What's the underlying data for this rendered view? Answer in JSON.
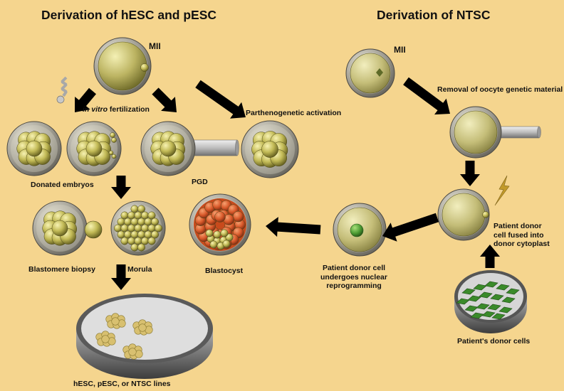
{
  "titles": {
    "left": "Derivation of hESC and pESC",
    "right": "Derivation of NTSC"
  },
  "labels": {
    "mii_left": "MII",
    "mii_right": "MII",
    "ivf_italic": "in vitro",
    "ivf_rest": " fertilization",
    "parthenogenetic": "Parthenogenetic activation",
    "removal": "Removal of oocyte genetic material",
    "donated_embryos": "Donated embryos",
    "pgd": "PGD",
    "blastomere_biopsy": "Blastomere biopsy",
    "morula": "Morula",
    "blastocyst": "Blastocyst",
    "reprogramming": [
      "Patient donor cell",
      "undergoes nuclear",
      "reprogramming"
    ],
    "fused": [
      "Patient donor",
      "cell fused into",
      "donor cytoplast"
    ],
    "donor_cells": "Patient's donor cells",
    "lines": "hESC, pESC, or NTSC lines"
  },
  "colors": {
    "background": "#f5d58e",
    "zona": "#8c8a80",
    "blastomere": "#c8c060",
    "blastocyst_outer": "#d95a2c",
    "donor_cell": "#3a8a2a",
    "arrow": "#000000",
    "colony": "#d8c070",
    "dish": "#d8d8d8"
  }
}
